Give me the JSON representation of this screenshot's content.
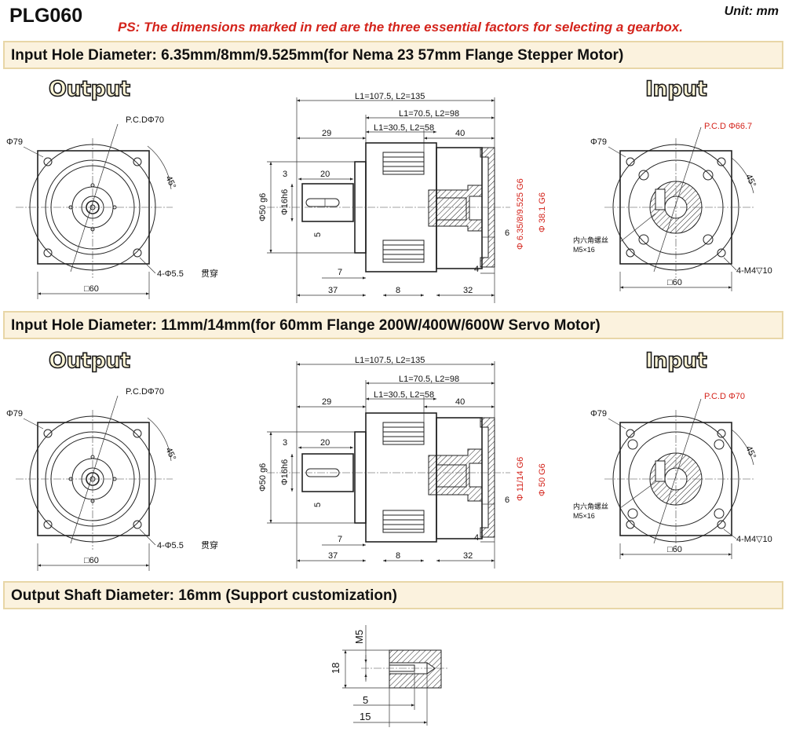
{
  "header": {
    "model": "PLG060",
    "ps_label": "PS:",
    "ps_text": "The dimensions marked in red are the three essential factors for selecting a gearbox.",
    "unit": "Unit: mm"
  },
  "section1": {
    "banner": "Input Hole Diameter: 6.35mm/8mm/9.525mm(for Nema 23 57mm Flange Stepper Motor)",
    "output_tag": "Output",
    "input_tag": "Input",
    "out": {
      "dia": "Φ79",
      "pcd": "P.C.DΦ70",
      "angle": "45°",
      "holes": "4-Φ5.5",
      "thru": "贯穿",
      "square": "□60"
    },
    "side": {
      "l_total": "L1=107.5, L2=135",
      "l_mid": "L1=70.5, L2=98",
      "l_short": "L1=30.5, L2=58",
      "d29": "29",
      "d40": "40",
      "d3": "3",
      "d20": "20",
      "shaft_dia": "Φ50 g6",
      "key_dia": "Φ16h6",
      "d5": "5",
      "d6": "6",
      "d4": "4",
      "d7": "7",
      "d37": "37",
      "d8": "8",
      "d32": "32",
      "bore": "Φ 6.35/8/9.525 G6",
      "spigot": "Φ 38.1 G6"
    },
    "in": {
      "dia": "Φ79",
      "pcd": "P.C.D Φ66.7",
      "angle": "45°",
      "screw_cn": "内六角螺丝",
      "screw": "M5×16",
      "tap": "4-M4▽10",
      "square": "□60"
    }
  },
  "section2": {
    "banner": "Input Hole Diameter: 11mm/14mm(for 60mm Flange 200W/400W/600W Servo Motor)",
    "output_tag": "Output",
    "input_tag": "Input",
    "out": {
      "dia": "Φ79",
      "pcd": "P.C.DΦ70",
      "angle": "45°",
      "holes": "4-Φ5.5",
      "thru": "贯穿",
      "square": "□60"
    },
    "side": {
      "l_total": "L1=107.5, L2=135",
      "l_mid": "L1=70.5, L2=98",
      "l_short": "L1=30.5, L2=58",
      "d29": "29",
      "d40": "40",
      "d3": "3",
      "d20": "20",
      "shaft_dia": "Φ50 g6",
      "key_dia": "Φ16h6",
      "d5": "5",
      "d6": "6",
      "d4": "4",
      "d7": "7",
      "d37": "37",
      "d8": "8",
      "d32": "32",
      "bore": "Φ 11/14 G6",
      "spigot": "Φ 50 G6"
    },
    "in": {
      "dia": "Φ79",
      "pcd": "P.C.D Φ70",
      "angle": "45°",
      "screw_cn": "内六角螺丝",
      "screw": "M5×16",
      "tap": "4-M4▽10",
      "square": "□60"
    }
  },
  "section3": {
    "banner": "Output Shaft Diameter: 16mm (Support customization)",
    "thread": "M5",
    "d18": "18",
    "d5": "5",
    "d15": "15"
  }
}
